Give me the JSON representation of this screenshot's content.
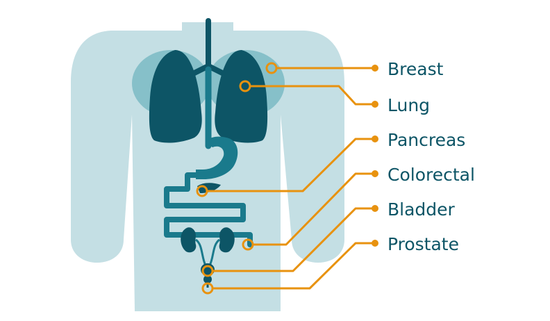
{
  "labels": [
    {
      "id": "breast",
      "text": "Breast"
    },
    {
      "id": "lung",
      "text": "Lung"
    },
    {
      "id": "pancreas",
      "text": "Pancreas"
    },
    {
      "id": "colorectal",
      "text": "Colorectal"
    },
    {
      "id": "bladder",
      "text": "Bladder"
    },
    {
      "id": "prostate",
      "text": "Prostate"
    }
  ],
  "colors": {
    "body": "#c4dfe4",
    "breast": "#86c0c9",
    "lung": "#0d5566",
    "organ": "#1a7a8c",
    "leader": "#e8920f",
    "label_text": "#0d5566"
  }
}
